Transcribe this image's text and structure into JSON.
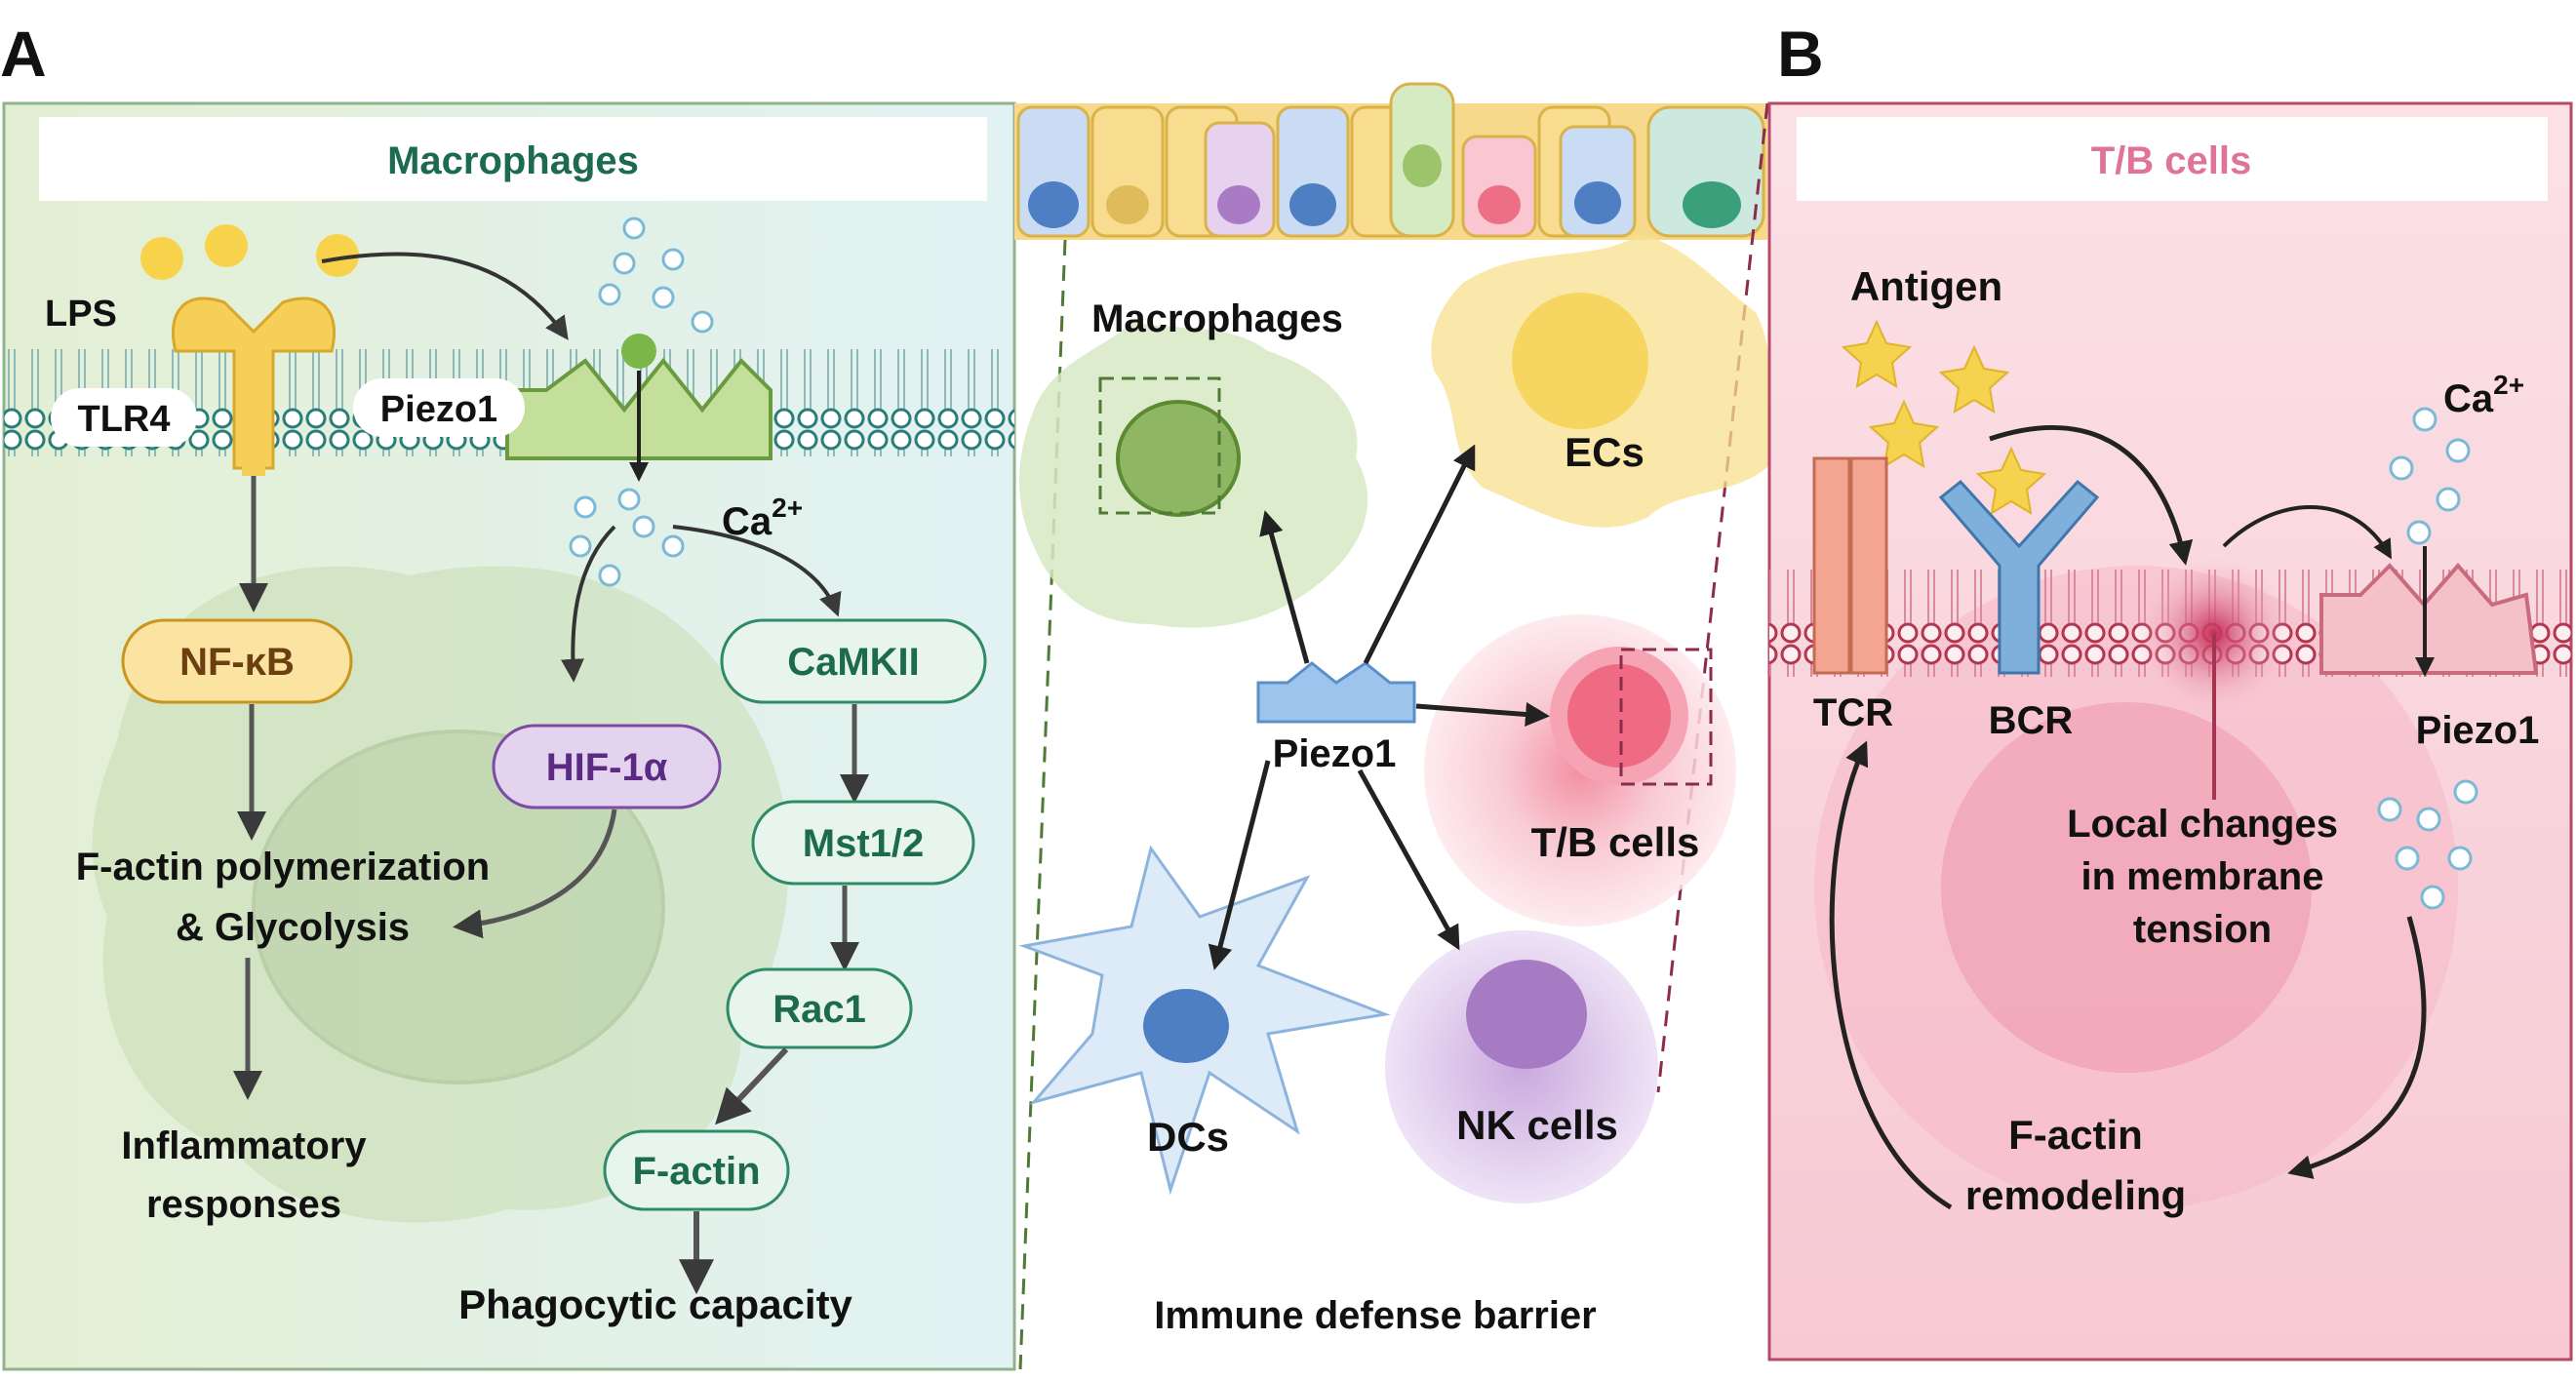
{
  "panel_a": {
    "letter": "A",
    "title": "Macrophages",
    "lps": "LPS",
    "tlr4": "TLR4",
    "piezo1": "Piezo1",
    "ca": "Ca",
    "ca_sup": "2+",
    "nfkb": "NF-κB",
    "camkii": "CaMKII",
    "hif": "HIF-1α",
    "mst": "Mst1/2",
    "rac1": "Rac1",
    "factin": "F-actin",
    "factin_poly_1": "F-actin polymerization",
    "factin_poly_2": "& Glycolysis",
    "inflam_1": "Inflammatory",
    "inflam_2": "responses",
    "phago": "Phagocytic capacity"
  },
  "center": {
    "macrophages": "Macrophages",
    "ecs": "ECs",
    "piezo1": "Piezo1",
    "tb": "T/B cells",
    "dcs": "DCs",
    "nk": "NK cells",
    "barrier": "Immune defense barrier"
  },
  "panel_b": {
    "letter": "B",
    "title": "T/B cells",
    "antigen": "Antigen",
    "ca": "Ca",
    "ca_sup": "2+",
    "tcr": "TCR",
    "bcr": "BCR",
    "piezo1": "Piezo1",
    "local_1": "Local changes",
    "local_2": "in membrane",
    "local_3": "tension",
    "remodel_1": "F-actin",
    "remodel_2": "remodeling"
  },
  "colors": {
    "macro_green": "#1d6b4f",
    "tb_pink": "#e0739a",
    "nfkb_fill": "#fbe3a2",
    "hif_fill": "#e4d3ef",
    "hif_text": "#5b2a83",
    "green_box_fill": "#e8f5ee"
  }
}
